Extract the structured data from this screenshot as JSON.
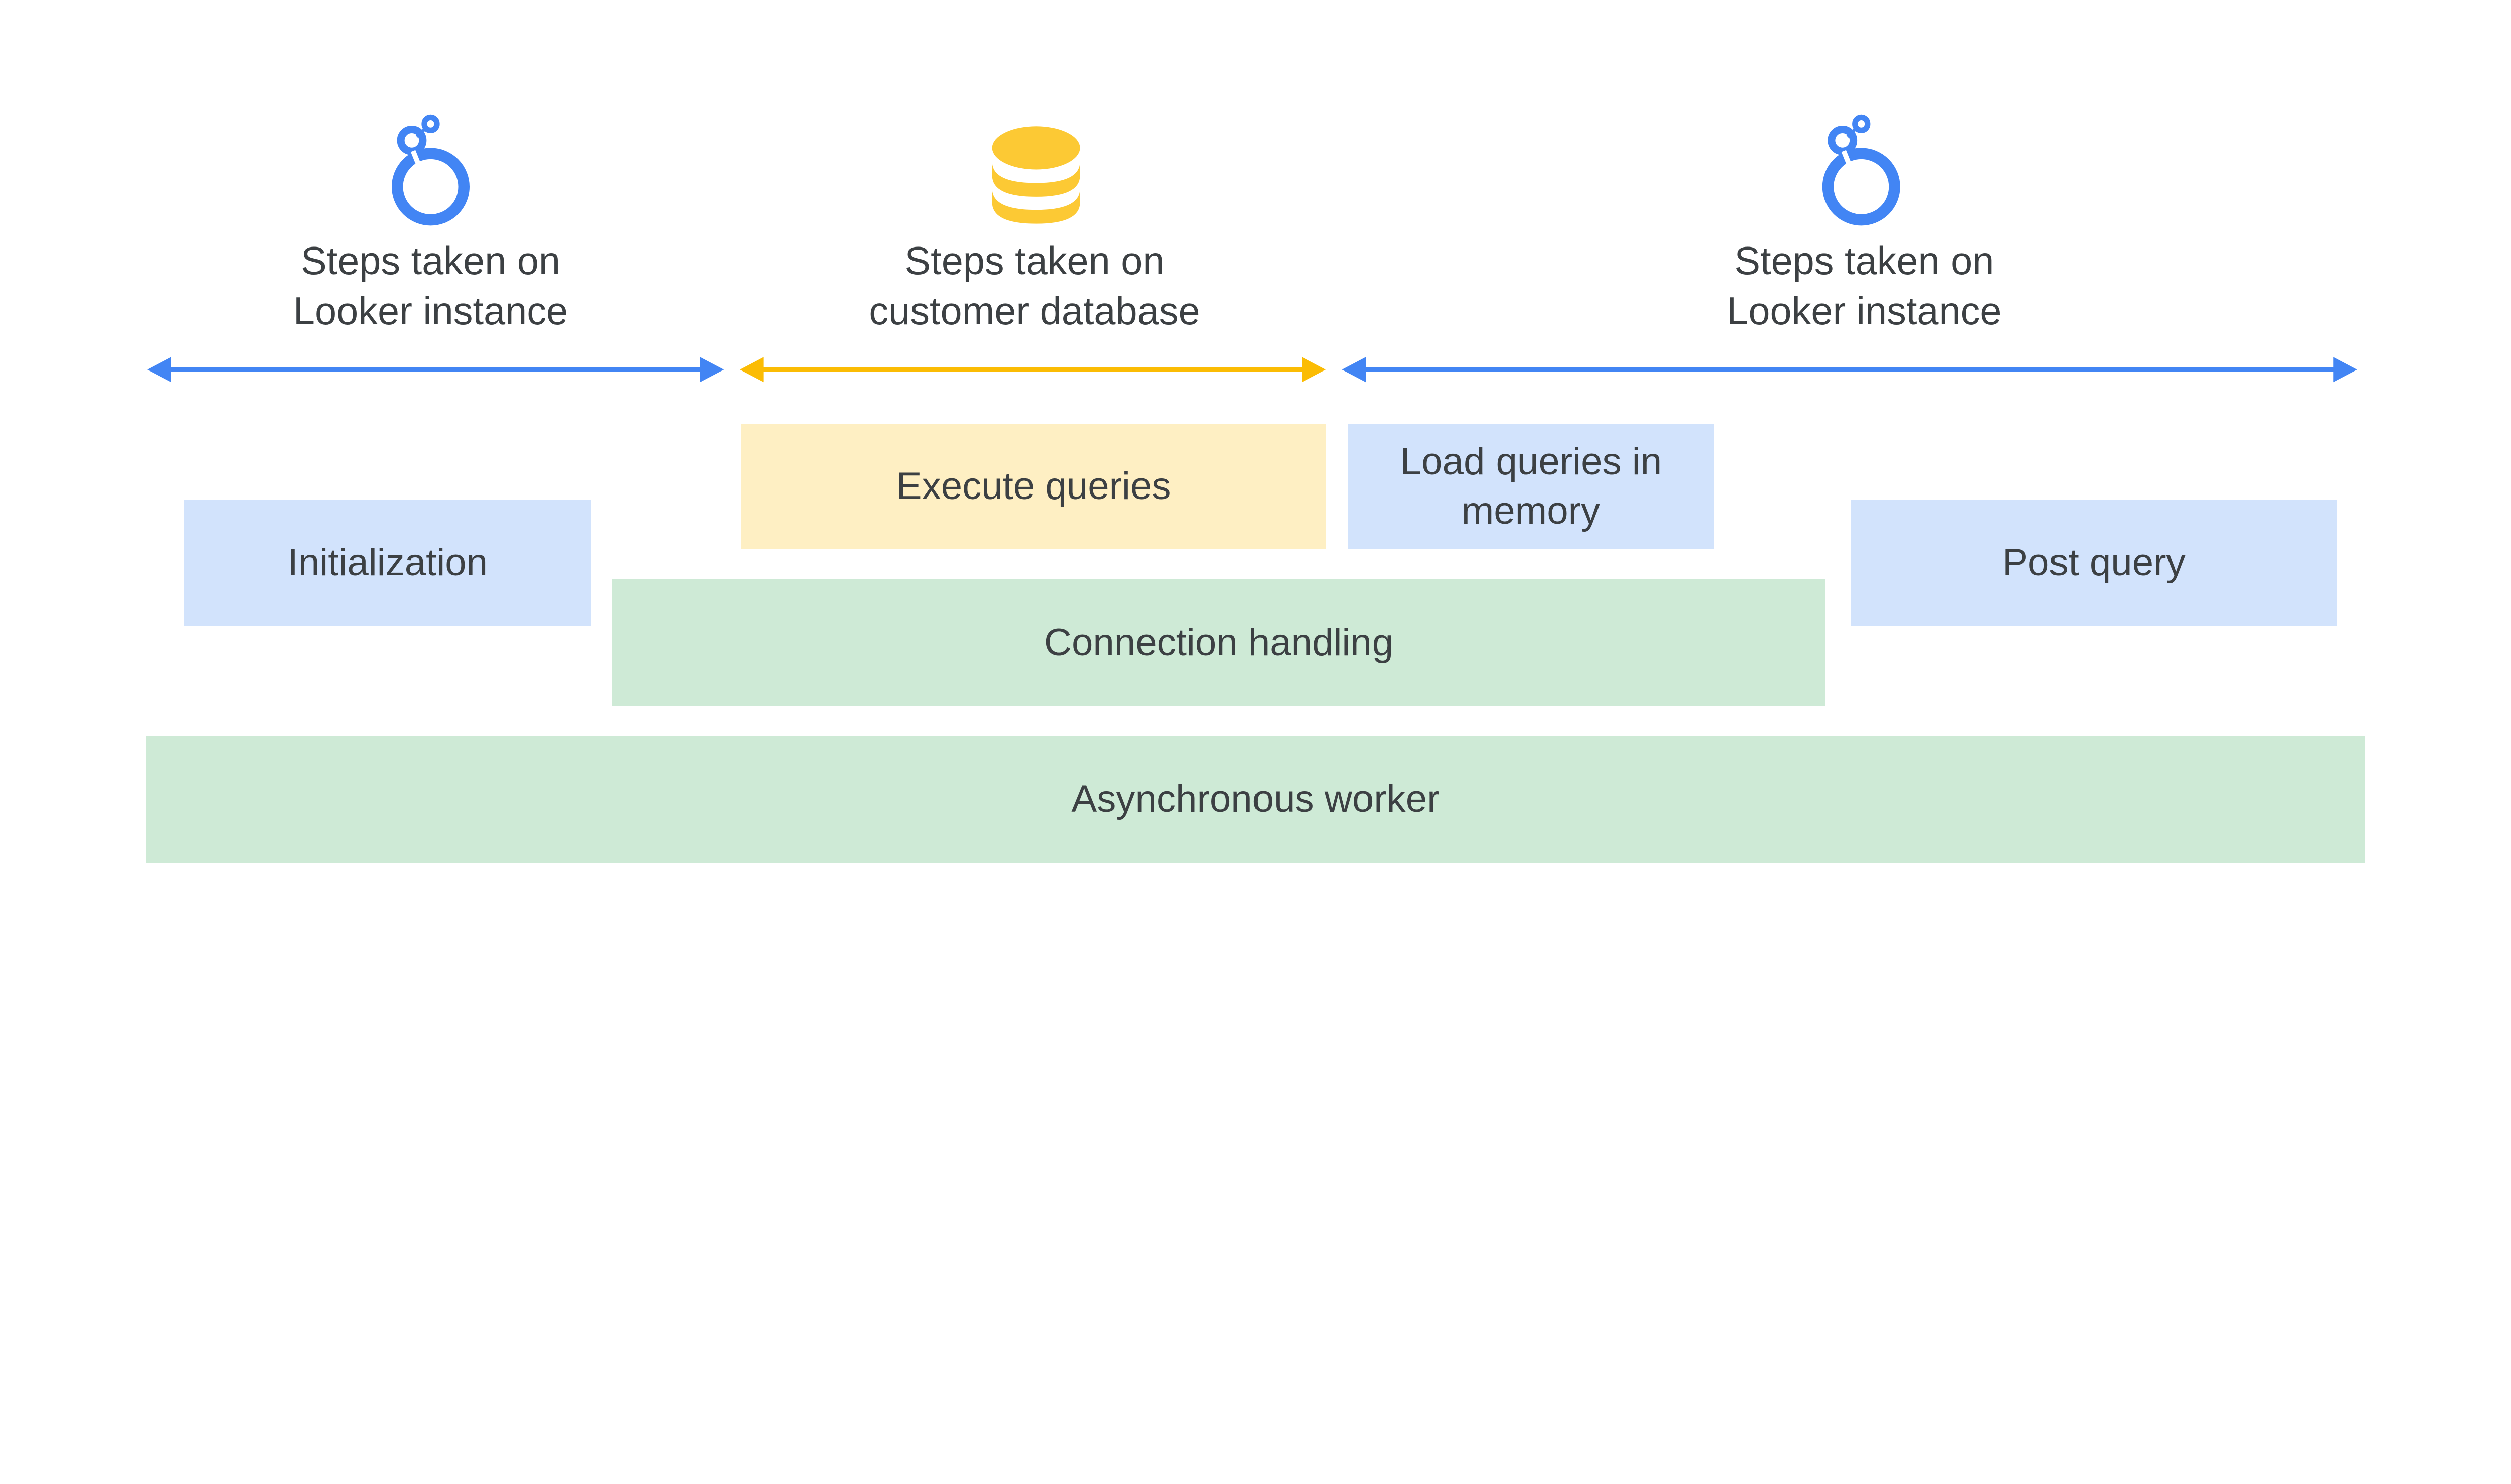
{
  "colors": {
    "looker_blue": "#4285f4",
    "database_yellow": "#fbbc04",
    "box_blue": "#d2e3fc",
    "box_yellow": "#feefc3",
    "box_green": "#ceead6",
    "text": "#3c4043"
  },
  "sections": [
    {
      "icon": "looker-logo-icon",
      "line1": "Steps taken on",
      "line2": "Looker instance",
      "arrow_color": "#4285f4"
    },
    {
      "icon": "database-icon",
      "line1": "Steps taken on",
      "line2": "customer database",
      "arrow_color": "#fbbc04"
    },
    {
      "icon": "looker-logo-icon",
      "line1": "Steps taken on",
      "line2": "Looker instance",
      "arrow_color": "#4285f4"
    }
  ],
  "boxes": {
    "initialization": "Initialization",
    "execute_queries": "Execute queries",
    "load_queries_line1": "Load queries in",
    "load_queries_line2": "memory",
    "post_query": "Post query",
    "connection_handling": "Connection handling",
    "asynchronous_worker": "Asynchronous worker"
  }
}
